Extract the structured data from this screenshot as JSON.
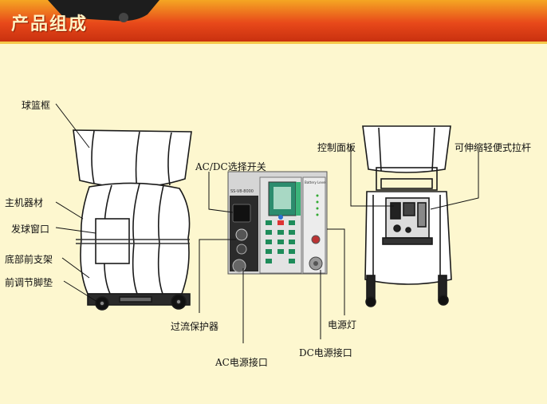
{
  "header": {
    "title": "产品组成"
  },
  "labels": {
    "ball_basket": "球篮框",
    "main_body": "主机器材",
    "launch_window": "发球窗口",
    "front_stand": "底部前支架",
    "front_foot_pad": "前调节脚垫",
    "ac_dc_switch": "AC/DC选择开关",
    "overcurrent_protector": "过流保护器",
    "ac_power_port": "AC电源接口",
    "power_light": "电源灯",
    "dc_power_port": "DC电源接口",
    "control_panel": "控制面板",
    "telescopic_handle": "可伸缩轻便式拉杆"
  },
  "panel_text": {
    "model": "SS-V8-8000",
    "battery": "Battery Level"
  }
}
